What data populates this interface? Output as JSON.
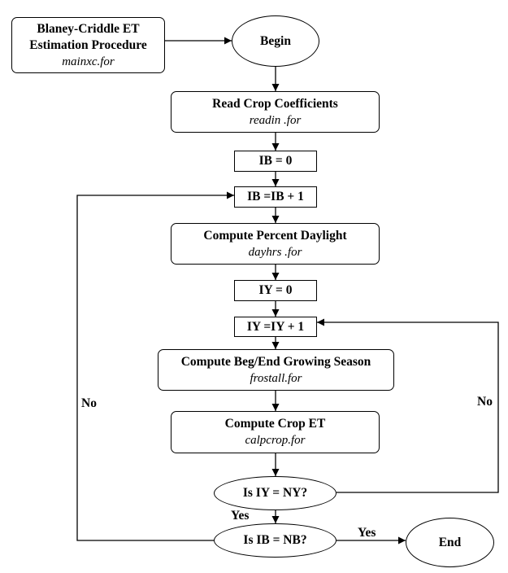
{
  "nodes": {
    "procedure": {
      "line1": "Blaney-Criddle ET",
      "line2": "Estimation Procedure",
      "file": "mainxc.for"
    },
    "begin": {
      "label": "Begin"
    },
    "read_coeffs": {
      "title": "Read Crop Coefficients",
      "file": "readin .for"
    },
    "ib_init": {
      "label": "IB = 0"
    },
    "ib_incr": {
      "label": "IB =IB + 1"
    },
    "daylight": {
      "title": "Compute Percent Daylight",
      "file": "dayhrs .for"
    },
    "iy_init": {
      "label": "IY = 0"
    },
    "iy_incr": {
      "label": "IY =IY + 1"
    },
    "season": {
      "title": "Compute Beg/End Growing Season",
      "file": "frostall.for"
    },
    "crop_et": {
      "title": "Compute Crop ET",
      "file": "calpcrop.for"
    },
    "is_iy": {
      "label": "Is IY = NY?"
    },
    "is_ib": {
      "label": "Is IB = NB?"
    },
    "end": {
      "label": "End"
    }
  },
  "edge_labels": {
    "no_outer": "No",
    "no_inner": "No",
    "yes_iy": "Yes",
    "yes_ib": "Yes"
  }
}
